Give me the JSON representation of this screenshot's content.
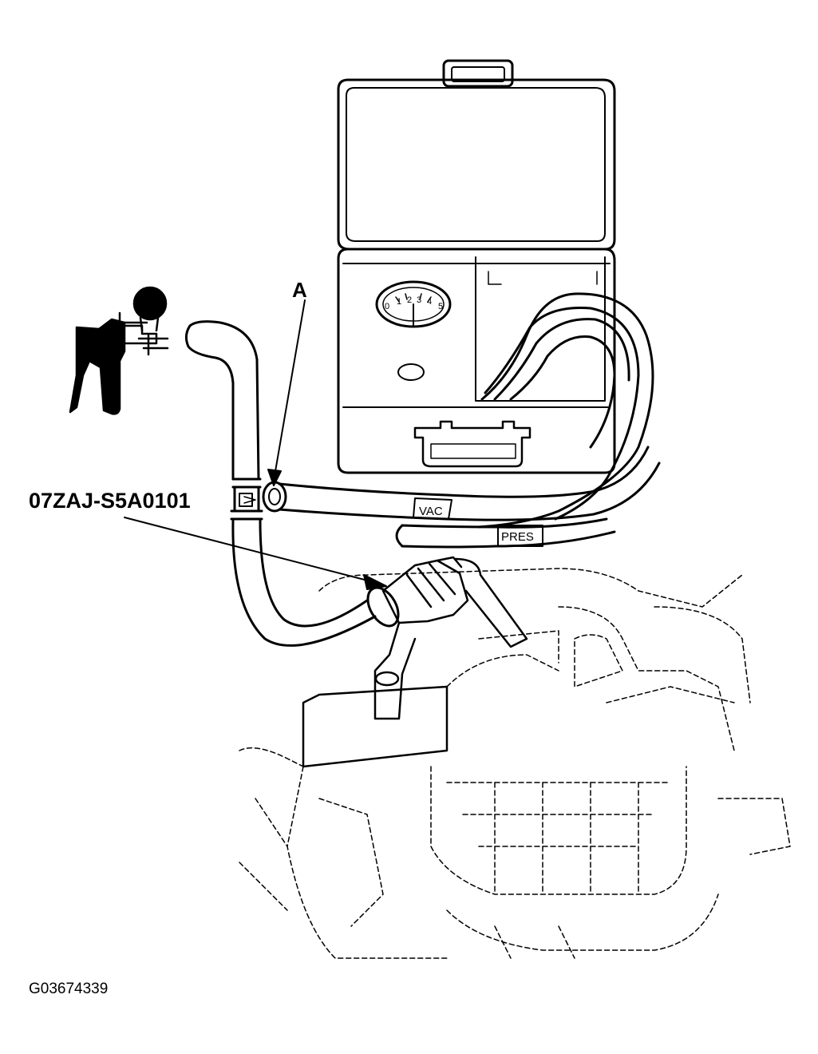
{
  "callouts": {
    "a_label": "A",
    "part_number": "07ZAJ-S5A0101"
  },
  "hose_tags": {
    "vac": "VAC",
    "pres": "PRES"
  },
  "gauge": {
    "numerals": [
      "0",
      "1",
      "2",
      "3",
      "4",
      "5"
    ]
  },
  "figure_id": "G03674339",
  "colors": {
    "line": "#000000",
    "background": "#ffffff"
  }
}
